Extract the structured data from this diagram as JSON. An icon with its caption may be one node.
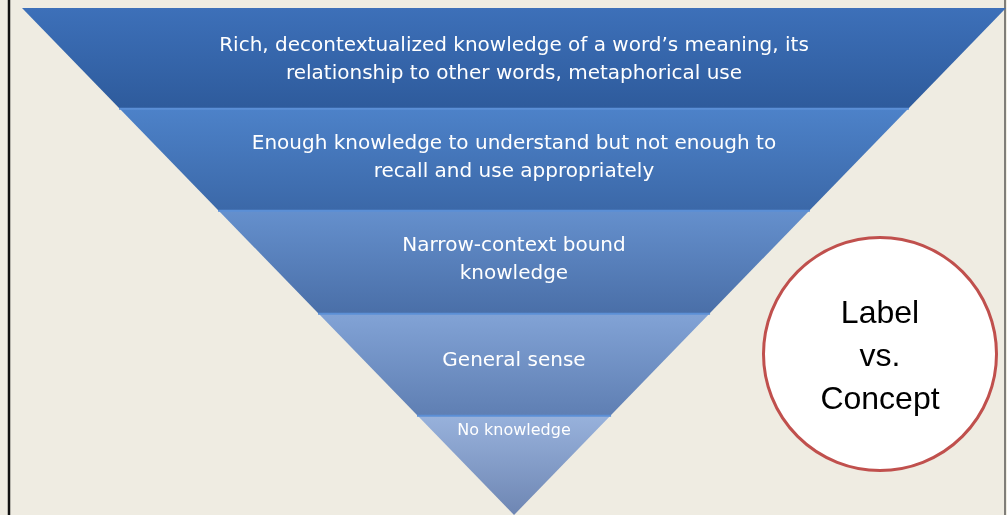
{
  "diagram": {
    "nodes": [
      {
        "text": [
          "Rich, decontextualized knowledge of a word’s meaning, its relationship to other words, metaphorical use"
        ]
      },
      {
        "text": [
          "Enough knowledge to understand but not enough to recall and use appropriately"
        ]
      },
      {
        "text": [
          "Narrow-context bound knowledge"
        ]
      },
      {
        "text": [
          "General sense"
        ]
      },
      {
        "text": [
          "No knowledge"
        ]
      },
      {
        "text": [
          "Label vs. Concept"
        ]
      }
    ]
  }
}
